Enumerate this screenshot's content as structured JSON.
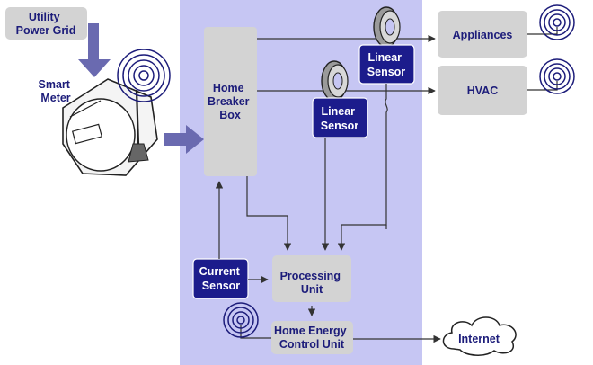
{
  "nodes": {
    "utility_power_grid": [
      "Utility",
      "Power Grid"
    ],
    "smart_meter": [
      "Smart",
      "Meter"
    ],
    "home_breaker_box": [
      "Home",
      "Breaker",
      "Box"
    ],
    "linear_sensor_top": [
      "Linear",
      "Sensor"
    ],
    "linear_sensor_mid": [
      "Linear",
      "Sensor"
    ],
    "appliances": "Appliances",
    "hvac": "HVAC",
    "current_sensor": [
      "Current",
      "Sensor"
    ],
    "processing_unit": [
      "Processing",
      "Unit"
    ],
    "home_energy_control_unit": [
      "Home Energy",
      "Control Unit"
    ],
    "internet": "Internet"
  },
  "colors": {
    "panel": "#c6c6f3",
    "box_gray": "#d3d3d3",
    "navy": "#1c1c7a",
    "sensor_box": "#1c1c8c",
    "arrow_purple": "#6a6ab0",
    "line": "#3a3a3a",
    "wave": "#1c1c7a"
  },
  "icons": [
    "smart-meter-icon",
    "ring-sensor-icon",
    "wireless-signal-icon",
    "cloud-icon"
  ]
}
